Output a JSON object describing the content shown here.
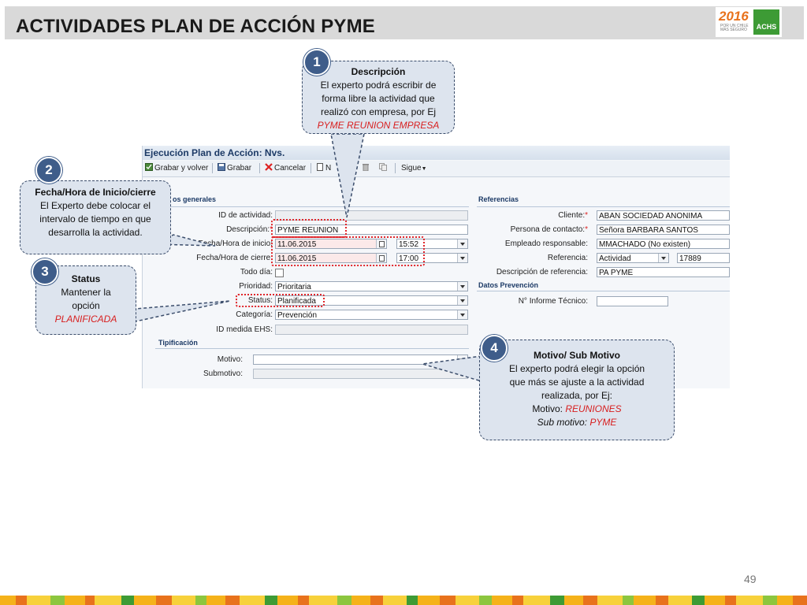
{
  "slide": {
    "title": "ACTIVIDADES PLAN DE ACCIÓN PYME",
    "page_number": "49",
    "logo": {
      "year": "2016",
      "subtitle": "POR UN CHILE MÁS SEGURO",
      "brand": "ACHS"
    }
  },
  "sap": {
    "window_title": "Ejecución Plan de Acción: Nvs.",
    "toolbar": {
      "save_back": "Grabar y volver",
      "save": "Grabar",
      "cancel": "Cancelar",
      "new": "N",
      "next": "Sigue"
    },
    "general": {
      "section_title": "os generales",
      "activity_id_label": "ID de actividad:",
      "description_label": "Descripción:",
      "description_value": "PYME REUNION",
      "start_label": "Fecha/Hora de inicio:",
      "start_date": "11.06.2015",
      "start_time": "15:52",
      "end_label": "Fecha/Hora de cierre:",
      "end_date": "11.06.2015",
      "end_time": "17:00",
      "allday_label": "Todo día:",
      "priority_label": "Prioridad:",
      "priority_value": "Prioritaria",
      "status_label": "Status:",
      "status_value": "Planificada",
      "category_label": "Categoría:",
      "category_value": "Prevención",
      "ehs_label": "ID medida EHS:"
    },
    "typification": {
      "section_title": "Tipificación",
      "reason_label": "Motivo:",
      "subreason_label": "Submotivo:"
    },
    "references": {
      "section_title": "Referencias",
      "client_label": "Cliente:",
      "client_value": "ABAN SOCIEDAD ANONIMA",
      "contact_label": "Persona de contacto:",
      "contact_value": "Señora BARBARA SANTOS",
      "employee_label": "Empleado responsable:",
      "employee_value": "MMACHADO (No existen)",
      "reference_label": "Referencia:",
      "reference_type": "Actividad",
      "reference_number": "17889",
      "refdesc_label": "Descripción de referencia:",
      "refdesc_value": "PA PYME"
    },
    "prevention": {
      "section_title": "Datos Prevención",
      "report_label": "N° Informe Técnico:"
    }
  },
  "callouts": [
    {
      "number": "1",
      "title": "Descripción",
      "line1": "El experto podrá escribir de",
      "line2": "forma libre la actividad que",
      "line3": "realizó con empresa, por Ej",
      "highlight": "PYME REUNION EMPRESA"
    },
    {
      "number": "2",
      "title": "Fecha/Hora de Inicio/cierre",
      "line1": "El Experto debe colocar el",
      "line2": "intervalo de tiempo en que",
      "line3": "desarrolla la actividad."
    },
    {
      "number": "3",
      "title": "Status",
      "line1": "Mantener la",
      "line2": "opción",
      "highlight": "PLANIFICADA"
    },
    {
      "number": "4",
      "title": "Motivo/ Sub Motivo",
      "line1": "El experto podrá elegir la opción",
      "line2": "que más se ajuste a la actividad",
      "line3": "realizada, por Ej:",
      "motivo_label": "Motivo: ",
      "motivo_value": "REUNIONES",
      "submotivo_label": "Sub motivo: ",
      "submotivo_value": "PYME"
    }
  ],
  "colors": {
    "callout_fill": "#dde4ee",
    "callout_border": "#3b4d6b",
    "highlight": "#d81e1e",
    "badge": "#3f5d8a"
  }
}
